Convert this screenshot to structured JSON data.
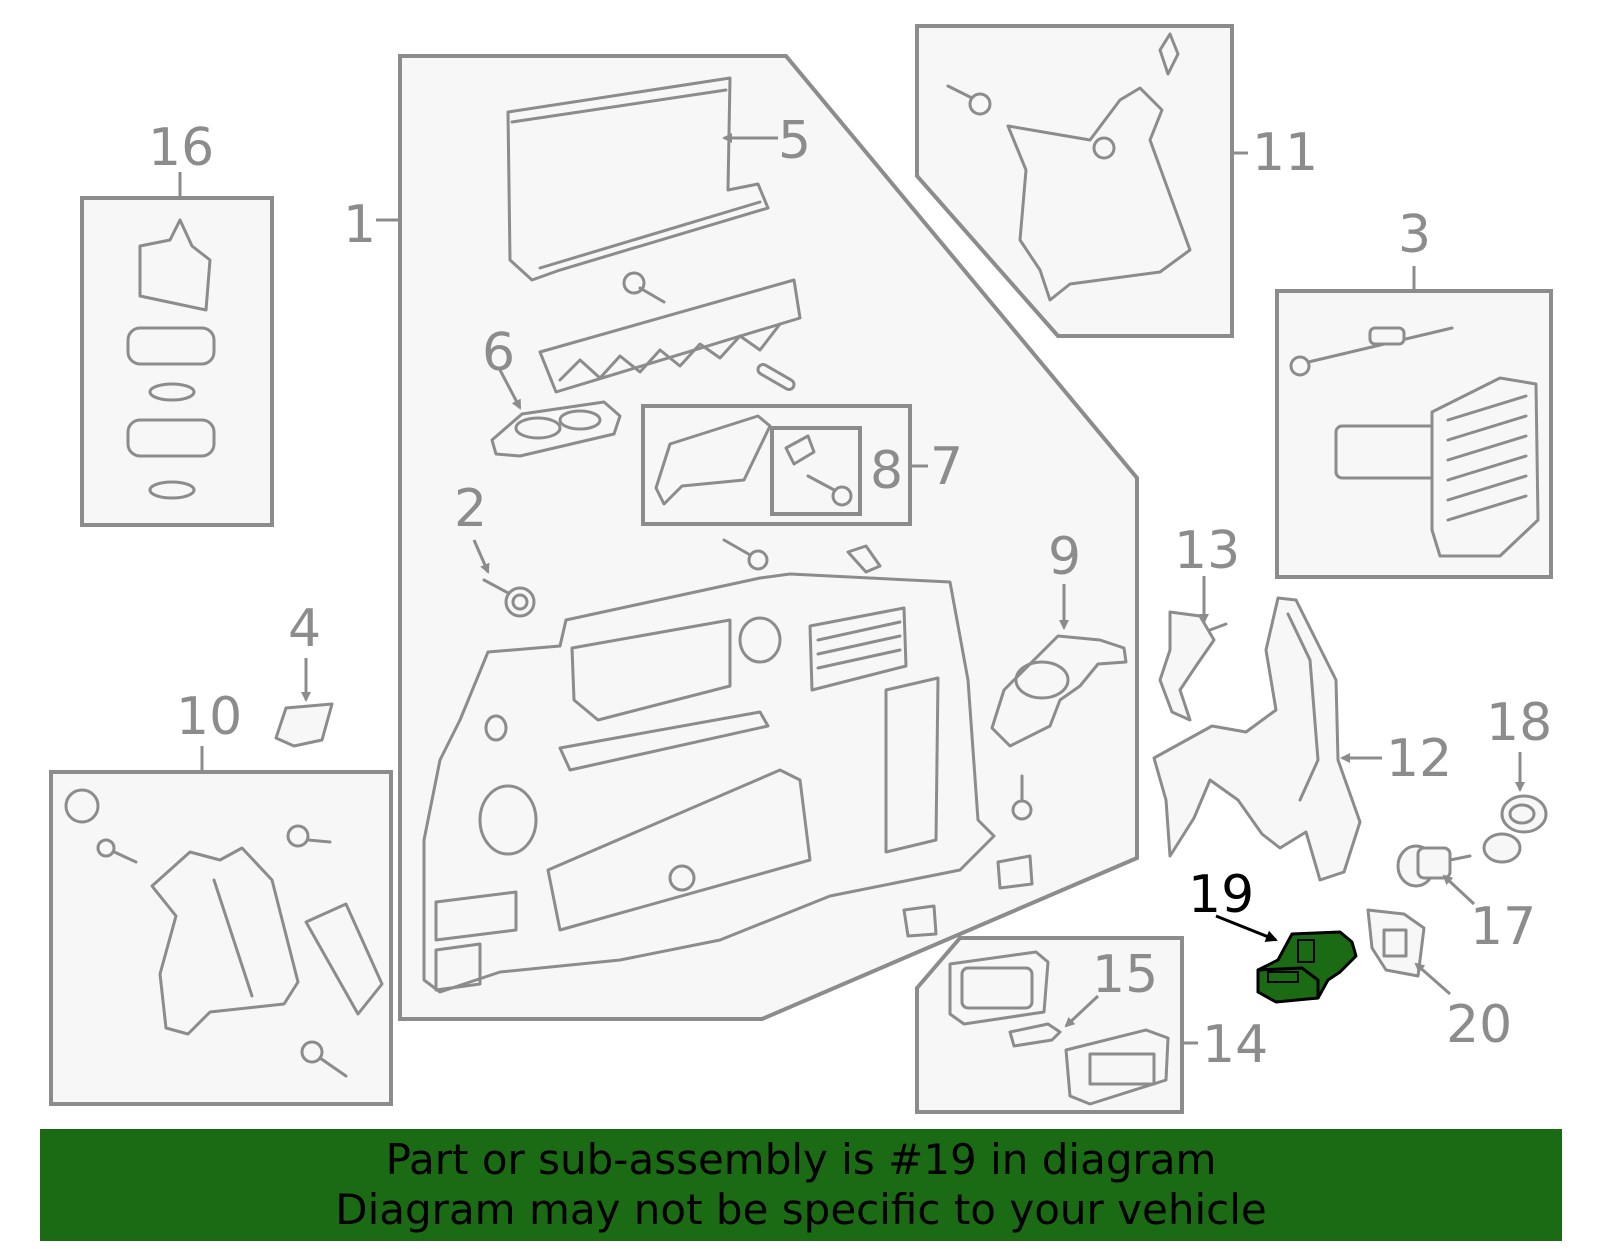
{
  "callouts": {
    "c1": "1",
    "c2": "2",
    "c3": "3",
    "c4": "4",
    "c5": "5",
    "c6": "6",
    "c7": "7",
    "c8": "8",
    "c9": "9",
    "c10": "10",
    "c11": "11",
    "c12": "12",
    "c13": "13",
    "c14": "14",
    "c15": "15",
    "c16": "16",
    "c17": "17",
    "c18": "18",
    "c19": "19",
    "c20": "20"
  },
  "highlighted_part": "19",
  "colors": {
    "highlight": "#1b6b15",
    "line": "#8c8c8c",
    "fill": "#f7f7f7"
  },
  "banner": {
    "line1": "Part or sub-assembly is #19 in diagram",
    "line2": "Diagram may not be specific to your vehicle"
  }
}
